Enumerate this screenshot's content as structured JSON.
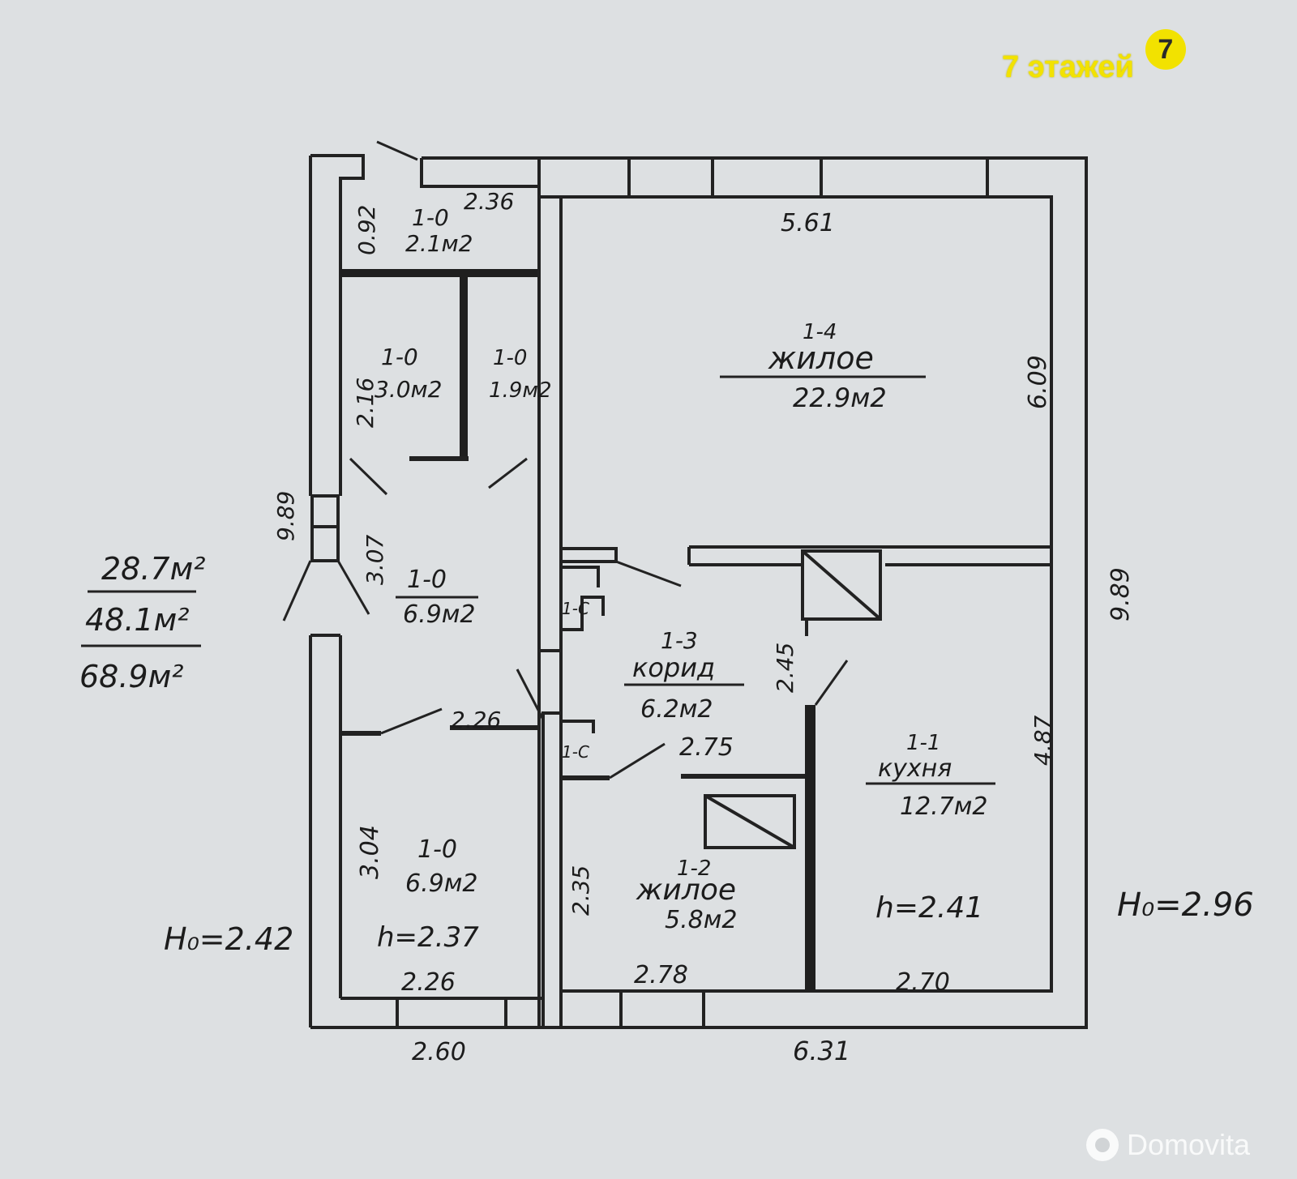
{
  "brand": {
    "logo_text": "7 этажей",
    "logo_badge": "7",
    "watermark": "Domovita"
  },
  "summary": {
    "area_1": "28.7м²",
    "area_2": "48.1м²",
    "area_3": "68.9м²"
  },
  "rooms": [
    {
      "id": "1-0",
      "area": "2.1м2"
    },
    {
      "id": "1-0",
      "area": "3.0м2"
    },
    {
      "id": "1-0",
      "area": "1.9м2"
    },
    {
      "id": "1-0",
      "area": "6.9м2"
    },
    {
      "id": "1-0",
      "area": "6.9м2",
      "height": "h=2.37"
    },
    {
      "id": "1-4",
      "name": "жилое",
      "area": "22.9м2"
    },
    {
      "id": "1-3",
      "name": "корид",
      "area": "6.2м2"
    },
    {
      "id": "1-1",
      "name": "кухня",
      "area": "12.7м2",
      "height": "h=2.41"
    },
    {
      "id": "1-2",
      "name": "жилое",
      "area": "5.8м2"
    }
  ],
  "closets": [
    "1-С",
    "1-С"
  ],
  "dimensions": {
    "top_left_width": "2.36",
    "top_left_height": "0.92",
    "storage_height": "2.16",
    "hall_height": "3.07",
    "left_overall": "9.89",
    "mid_width": "2.26",
    "lower_left_height": "3.04",
    "lower_left_bottom": "2.26",
    "bottom_left_total": "2.60",
    "main_top": "5.61",
    "main_right": "6.09",
    "right_overall": "9.89",
    "corridor_height": "2.45",
    "corridor_width": "2.75",
    "kitchen_height": "4.87",
    "small_room_height": "2.35",
    "small_room_bottom": "2.78",
    "kitchen_bottom": "2.70",
    "bottom_right_total": "6.31"
  },
  "heights": {
    "left_outer": "Н₀=2.42",
    "right_outer": "Н₀=2.96"
  }
}
